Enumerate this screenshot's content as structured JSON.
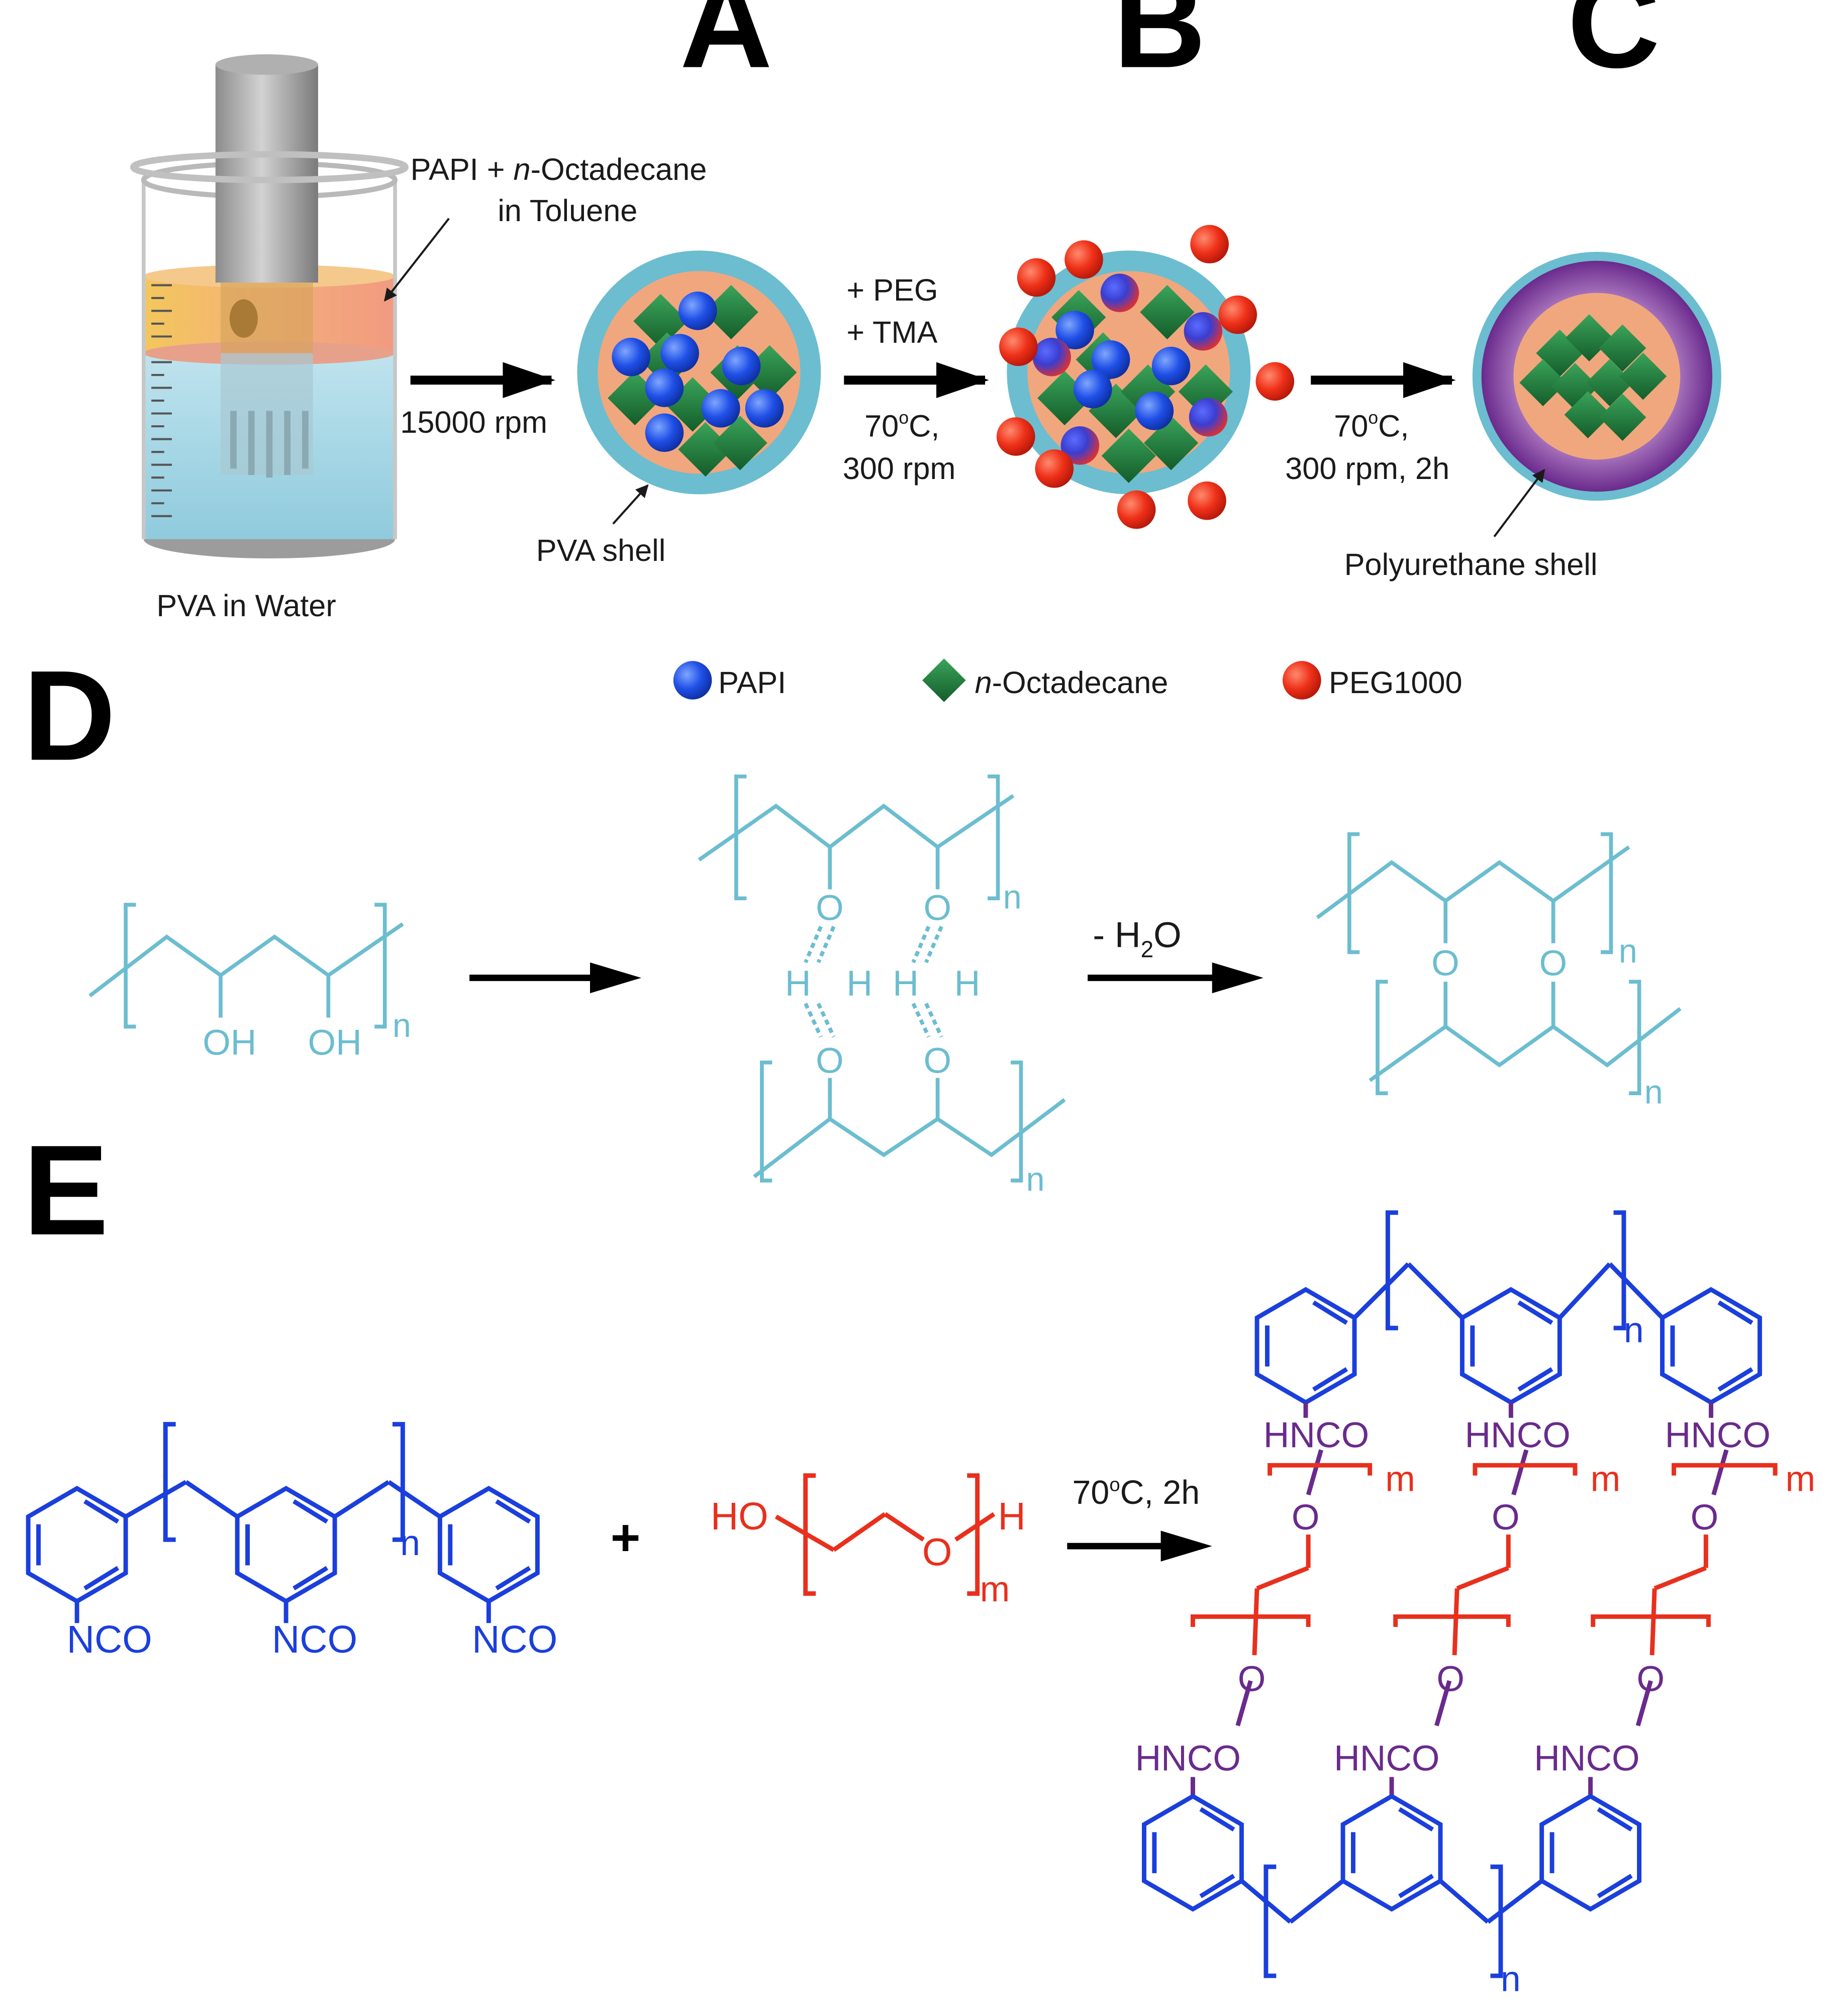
{
  "panels": {
    "a": "A",
    "b": "B",
    "c": "C",
    "d": "D",
    "e": "E"
  },
  "top": {
    "beaker_caption": "PVA in Water",
    "oil_phase_line1_prefix": "PAPI + ",
    "oil_phase_line1_italic": "n",
    "oil_phase_line1_suffix": "-Octadecane",
    "oil_phase_line2": "in Toluene",
    "step1": "15000 rpm",
    "step2_line1": "+ PEG",
    "step2_line2": "+ TMA",
    "step2_line3_a": "70",
    "step2_line3_sup": "o",
    "step2_line3_b": "C,",
    "step2_line4": "300 rpm",
    "step3_line1_a": "70",
    "step3_line1_sup": "o",
    "step3_line1_b": "C,",
    "step3_line2": "300 rpm, 2h",
    "pva_shell": "PVA shell",
    "pu_shell": "Polyurethane shell"
  },
  "legend": {
    "papi": "PAPI",
    "octadecane_italic": "n",
    "octadecane_rest": "-Octadecane",
    "peg": "PEG1000"
  },
  "colors": {
    "pva": "#6cbdd0",
    "papi_blue": "#1b3fdc",
    "peg_red": "#e8301d",
    "urethane_purple": "#6a2a8c",
    "octadecane_green": "#1f7a3a",
    "core_orange": "#f0a77d",
    "shell_purple": "#7a3c8e"
  },
  "panel_d": {
    "oh1": "OH",
    "oh2": "OH",
    "o": "O",
    "h": "H",
    "n": "n",
    "arrow_label_prefix": "- H",
    "arrow_label_sub": "2",
    "arrow_label_suffix": "O"
  },
  "panel_e": {
    "nco": "NCO",
    "plus": "+",
    "ho": "HO",
    "o": "O",
    "h": "H",
    "m": "m",
    "n": "n",
    "hnco": "HNCO",
    "arrow_label_a": "70",
    "arrow_label_sup": "o",
    "arrow_label_b": "C, 2h"
  }
}
